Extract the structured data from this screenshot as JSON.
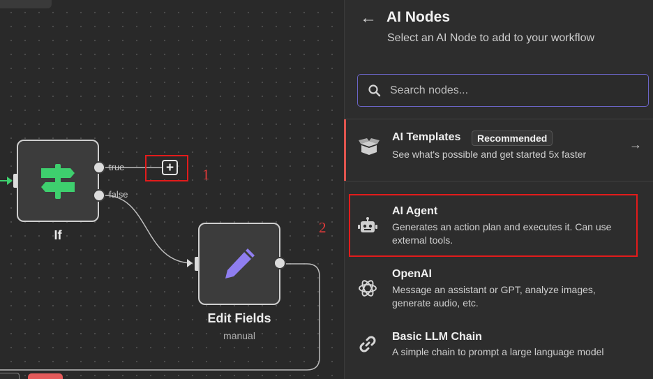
{
  "canvas": {
    "if_node": {
      "title": "If",
      "out_true": "true",
      "out_false": "false"
    },
    "edit_node": {
      "title": "Edit Fields",
      "subtitle": "manual"
    },
    "add_button_label": "+",
    "annotations": {
      "label_1": "1",
      "label_2": "2"
    }
  },
  "panel": {
    "back_label": "←",
    "title": "AI Nodes",
    "subtitle": "Select an AI Node to add to your workflow",
    "search": {
      "placeholder": "Search nodes..."
    },
    "templates": {
      "title": "AI Templates",
      "badge": "Recommended",
      "description": "See what's possible and get started 5x faster",
      "chevron": "→"
    },
    "items": [
      {
        "title": "AI Agent",
        "description": "Generates an action plan and executes it. Can use external tools.",
        "icon": "robot-icon"
      },
      {
        "title": "OpenAI",
        "description": "Message an assistant or GPT, analyze images, generate audio, etc.",
        "icon": "openai-icon"
      },
      {
        "title": "Basic LLM Chain",
        "description": "A simple chain to prompt a large language model",
        "icon": "link-icon"
      }
    ]
  },
  "colors": {
    "annotation_red": "#e21b1b",
    "if_icon_green": "#3ecf6e",
    "edit_icon_purple": "#8f7ef0",
    "search_border": "#6b65c7",
    "active_bar": "#e0554f"
  }
}
